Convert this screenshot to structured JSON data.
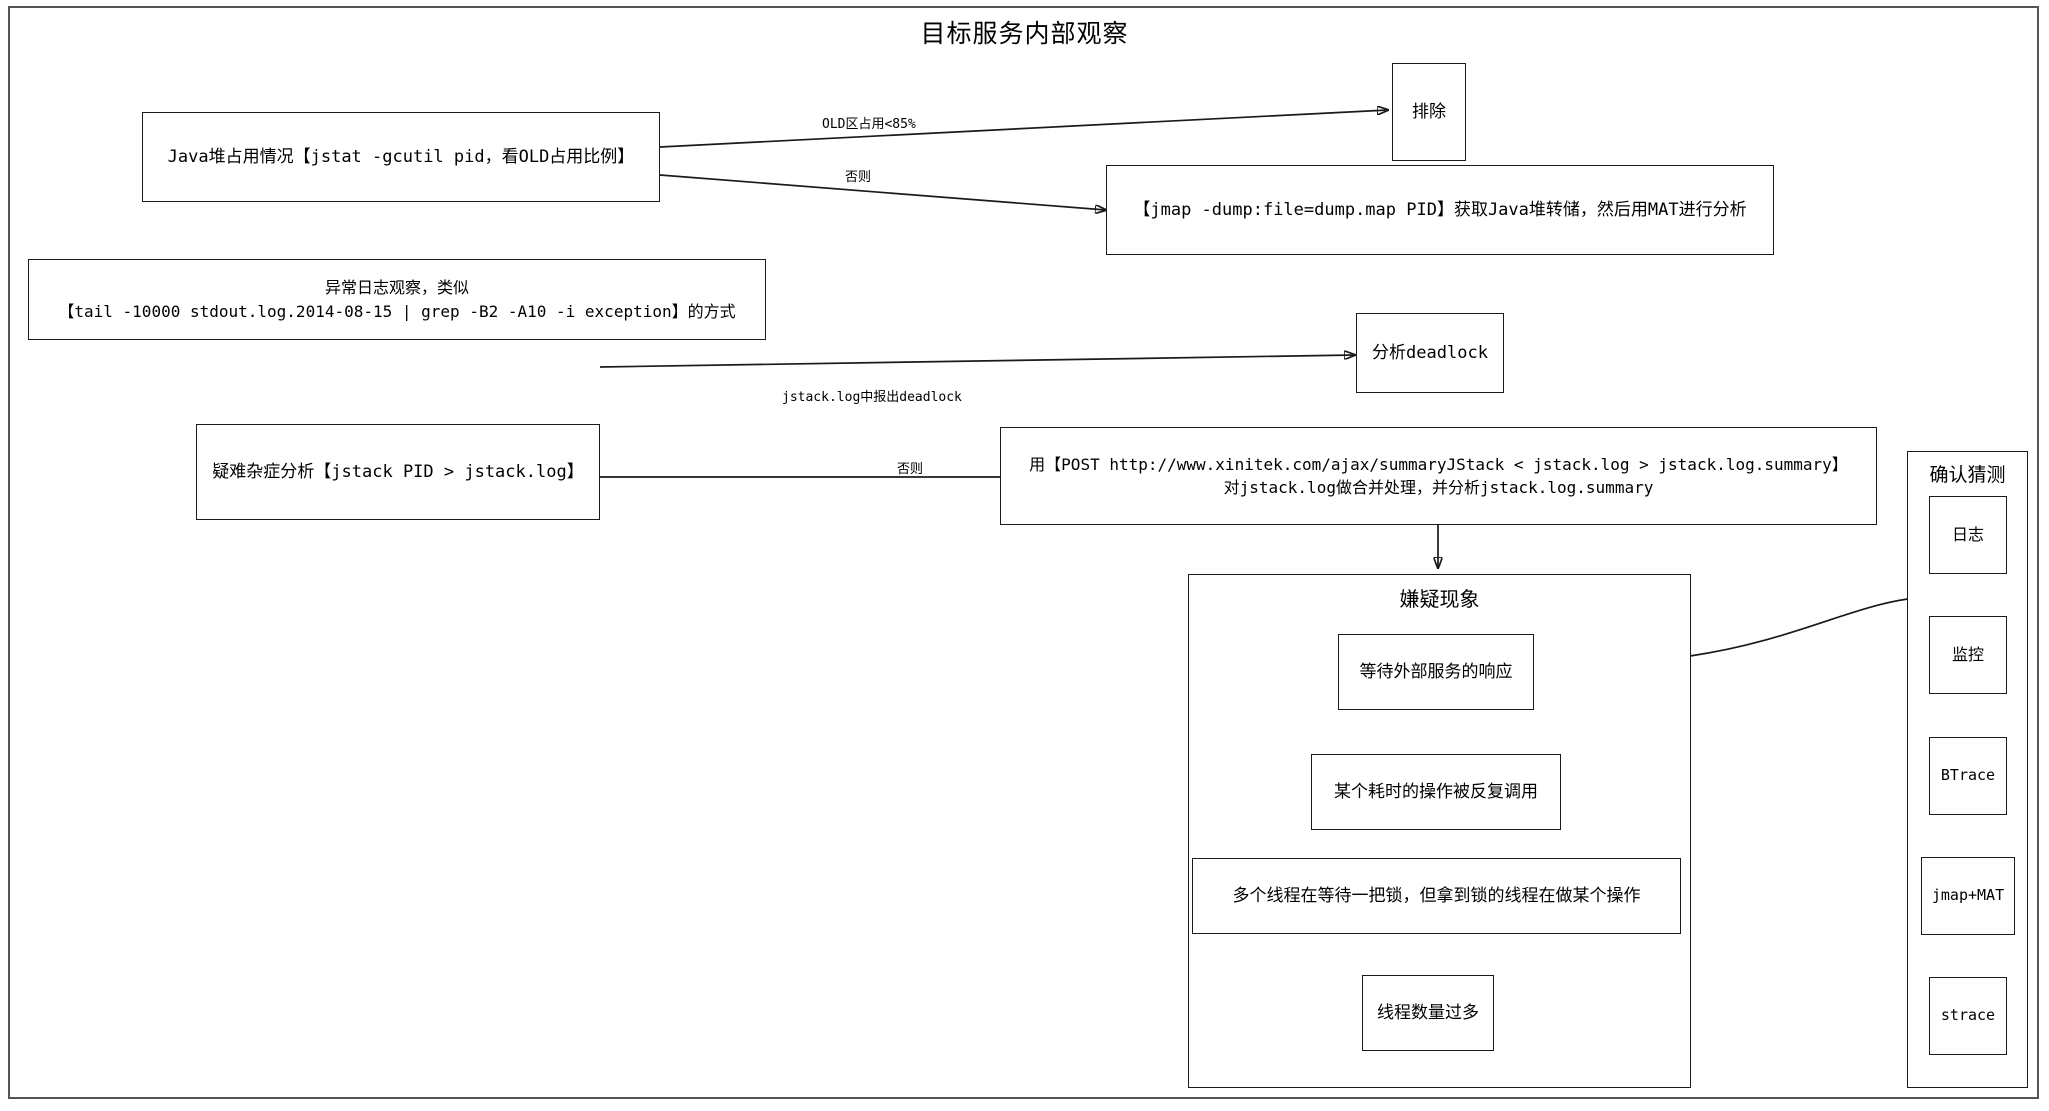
{
  "diagram": {
    "title": "目标服务内部观察",
    "type": "flowchart"
  },
  "nodes": {
    "java_heap": {
      "label": "Java堆占用情况【jstat -gcutil pid，看OLD占用比例】"
    },
    "exclude": {
      "label": "排除"
    },
    "jmap_dump": {
      "label": "【jmap -dump:file=dump.map PID】获取Java堆转储，然后用MAT进行分析"
    },
    "log_observe": {
      "line1": "异常日志观察，类似",
      "line2": "【tail -10000 stdout.log.2014-08-15 | grep -B2 -A10 -i exception】的方式"
    },
    "jstack": {
      "label": "疑难杂症分析【jstack PID > jstack.log】"
    },
    "analyze_deadlock": {
      "label": "分析deadlock"
    },
    "post_summary": {
      "line1": "用【POST http://www.xinitek.com/ajax/summaryJStack < jstack.log > jstack.log.summary】",
      "line2": "对jstack.log做合并处理，并分析jstack.log.summary"
    }
  },
  "suspect_group": {
    "title": "嫌疑现象",
    "items": [
      {
        "label": "等待外部服务的响应"
      },
      {
        "label": "某个耗时的操作被反复调用"
      },
      {
        "label": "多个线程在等待一把锁，但拿到锁的线程在做某个操作"
      },
      {
        "label": "线程数量过多"
      }
    ]
  },
  "confirm_group": {
    "title": "确认猜测",
    "items": [
      {
        "label": "日志"
      },
      {
        "label": "监控"
      },
      {
        "label": "BTrace"
      },
      {
        "label": "jmap+MAT"
      },
      {
        "label": "strace"
      }
    ]
  },
  "edges": [
    {
      "label": "OLD区占用<85%"
    },
    {
      "label": "否则"
    },
    {
      "label": "jstack.log中报出deadlock"
    },
    {
      "label": "否则"
    }
  ],
  "colors": {
    "frame": "#555555",
    "node_border": "#1a1a1a",
    "background": "#ffffff",
    "text": "#000000"
  }
}
